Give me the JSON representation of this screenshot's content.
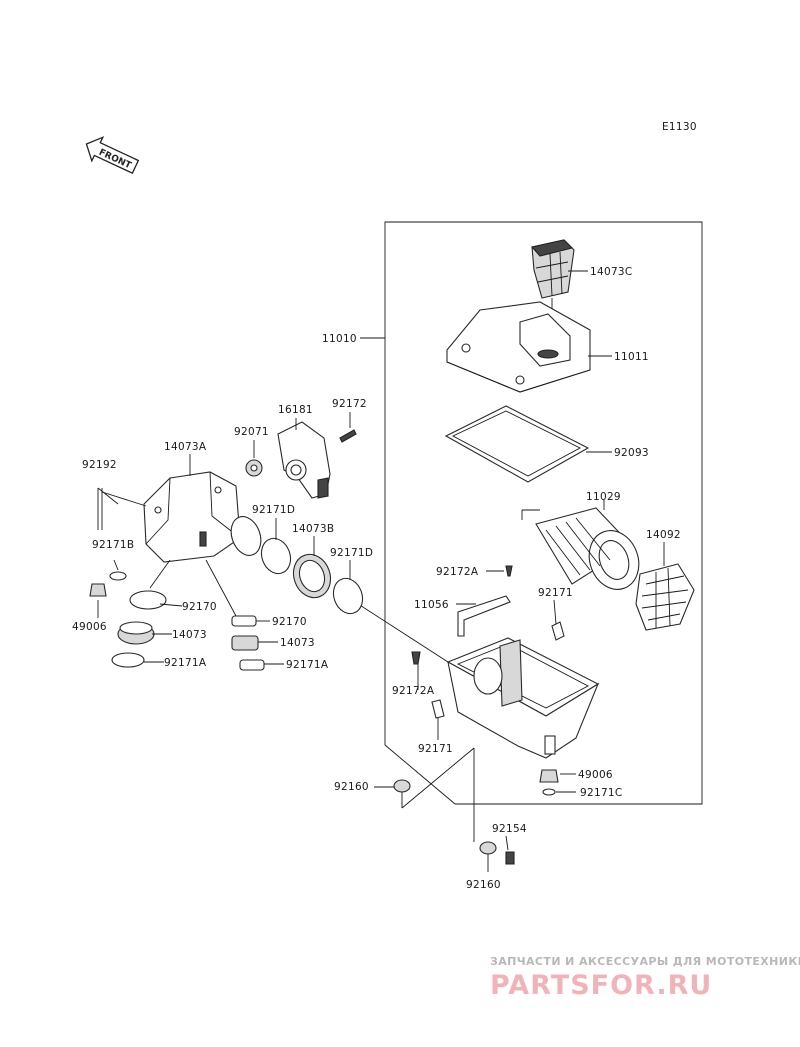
{
  "diagram_code": "E1130",
  "front_label": "FRONT",
  "parts": {
    "p14073C": "14073C",
    "p11010": "11010",
    "p11011": "11011",
    "p16181": "16181",
    "p92172": "92172",
    "p92071": "92071",
    "p14073A": "14073A",
    "p92192": "92192",
    "p92093": "92093",
    "p11029": "11029",
    "p14092": "14092",
    "p92171D_a": "92171D",
    "p14073B": "14073B",
    "p92171D_b": "92171D",
    "p92171B": "92171B",
    "p92172A_a": "92172A",
    "p49006_a": "49006",
    "p92170_a": "92170",
    "p11056": "11056",
    "p92171_a": "92171",
    "p92170_b": "92170",
    "p14073_a": "14073",
    "p14073_b": "14073",
    "p92171A_a": "92171A",
    "p92171A_b": "92171A",
    "p92172A_b": "92172A",
    "p92171_b": "92171",
    "p49006_b": "49006",
    "p92160_a": "92160",
    "p92171C": "92171C",
    "p92154": "92154",
    "p92160_b": "92160"
  },
  "watermark": {
    "line1": "ЗАПЧАСТИ И АКСЕССУАРЫ ДЛЯ МОТОТЕХНИКИ",
    "line2": "PARTSFOR.RU"
  }
}
